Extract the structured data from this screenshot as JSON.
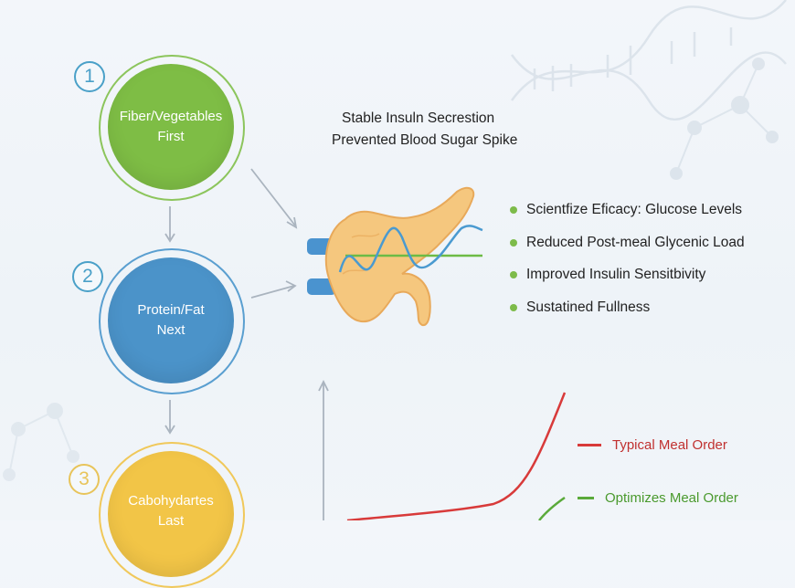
{
  "steps": [
    {
      "number": "1",
      "line1": "Fiber/Vegetables",
      "line2": "First",
      "color": "#7ebd45",
      "ring": "#8cc55c",
      "num_color": "#4aa0c8"
    },
    {
      "number": "2",
      "line1": "Protein/Fat",
      "line2": "Next",
      "color": "#4b93c9",
      "ring": "#5a9fd0",
      "num_color": "#4aa0c8"
    },
    {
      "number": "3",
      "line1": "Cabohydartes",
      "line2": "Last",
      "color": "#f2c547",
      "ring": "#f0c85a",
      "num_color": "#e8c45a"
    }
  ],
  "pancreas_title": {
    "line1": "Stable Insuln Secrestion",
    "line2": "Prevented Blood Sugar Spike"
  },
  "benefits": [
    "Scientfize Eficacy: Glucose Levels",
    "Reduced Post-meal Glycenic Load",
    "Improved Insulin Sensitbivity",
    "Sustatined Fullness"
  ],
  "legend": [
    {
      "label": "Typical Meal Order",
      "color": "#d83a3a"
    },
    {
      "label": "Optimizes Meal Order",
      "color": "#5aaa3a"
    }
  ],
  "colors": {
    "pancreas": "#f5c77e",
    "pancreas_outline": "#e8a95a",
    "wave": "#4a9ad0",
    "baseline": "#6dbb45",
    "connector": "#aab4bf"
  },
  "icons": [
    "dna-icon",
    "molecule-icon",
    "pancreas-icon"
  ]
}
